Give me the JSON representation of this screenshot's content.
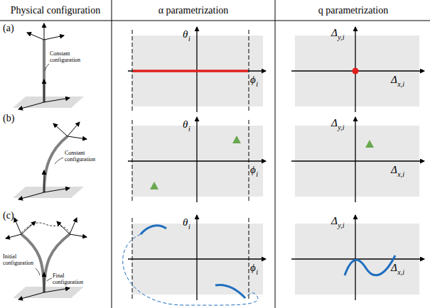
{
  "diagram": {
    "labels": [
      "Physical configuration",
      "α parametrization",
      "q parametrization",
      "(a)",
      "Constant configuration",
      "θ",
      "i",
      "ϕ",
      "i",
      "Δ",
      "y,i",
      "Δ",
      "x,i",
      "(b)",
      "Constant configuration",
      "θ",
      "i",
      "ϕ",
      "i",
      "Δ",
      "y,i",
      "Δ",
      "x,i",
      "(c)",
      "Initial configuration",
      "Final configuration",
      "θ",
      "i",
      "ϕ",
      "i",
      "Δ",
      "y,i",
      "Δ",
      "x,i"
    ]
  }
}
